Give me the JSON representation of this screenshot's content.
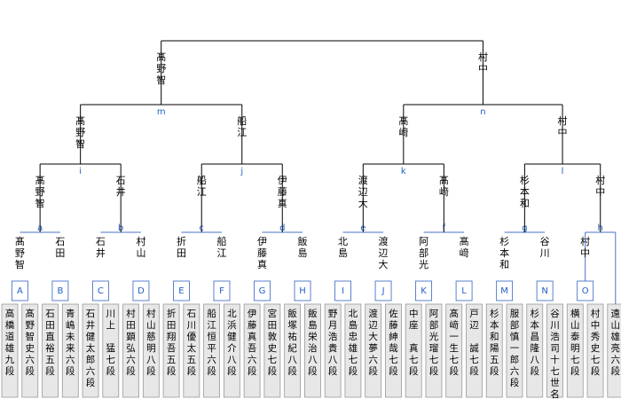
{
  "colors": {
    "line": "#000000",
    "accent_line": "#4a73c9",
    "label": "#1f5fc4",
    "box_fill": "#e7e7e7",
    "box_border": "#9a9a9a"
  },
  "players": [
    {
      "name": "高橋道雄九段",
      "block": "A"
    },
    {
      "name": "髙野智史六段",
      "block": ""
    },
    {
      "name": "石田直裕五段",
      "block": "B"
    },
    {
      "name": "青嶋未来六段",
      "block": ""
    },
    {
      "name": "石井健太郎六段",
      "block": "C"
    },
    {
      "name": "川上　猛七段",
      "block": ""
    },
    {
      "name": "村田顕弘六段",
      "block": "D"
    },
    {
      "name": "村山慈明八段",
      "block": ""
    },
    {
      "name": "折田翔吾五段",
      "block": "E"
    },
    {
      "name": "石川優太五段",
      "block": ""
    },
    {
      "name": "船江恒平六段",
      "block": "F"
    },
    {
      "name": "北浜健介八段",
      "block": ""
    },
    {
      "name": "伊藤真吾六段",
      "block": "G"
    },
    {
      "name": "宮田敦史七段",
      "block": ""
    },
    {
      "name": "飯塚祐紀八段",
      "block": "H"
    },
    {
      "name": "飯島栄治八段",
      "block": ""
    },
    {
      "name": "野月浩貴八段",
      "block": "I"
    },
    {
      "name": "北島忠雄七段",
      "block": ""
    },
    {
      "name": "渡辺大夢六段",
      "block": "J"
    },
    {
      "name": "佐藤紳哉七段",
      "block": ""
    },
    {
      "name": "中座　真七段",
      "block": "K"
    },
    {
      "name": "阿部光瑠七段",
      "block": ""
    },
    {
      "name": "髙﨑一生七段",
      "block": "L"
    },
    {
      "name": "戸辺　誠七段",
      "block": ""
    },
    {
      "name": "杉本和陽五段",
      "block": "M"
    },
    {
      "name": "服部慎一郎六段",
      "block": ""
    },
    {
      "name": "杉本昌隆八段",
      "block": "N"
    },
    {
      "name": "谷川浩司十七世名人",
      "block": ""
    },
    {
      "name": "横山泰明七段",
      "block": "O"
    },
    {
      "name": "村中秀史七段",
      "block": ""
    },
    {
      "name": "遠山雄亮六段",
      "block": ""
    }
  ],
  "round1": [
    {
      "label": "a",
      "winner": "髙野智",
      "loser": "石田"
    },
    {
      "label": "b",
      "winner": "石井",
      "loser": "村山"
    },
    {
      "label": "c",
      "winner": "折田",
      "loser": "船江"
    },
    {
      "label": "d",
      "winner": "伊藤真",
      "loser": "飯島"
    },
    {
      "label": "e",
      "winner": "北島",
      "loser": "渡辺大"
    },
    {
      "label": "f",
      "winner": "阿部光",
      "loser": "髙﨑"
    },
    {
      "label": "g",
      "winner": "杉本和",
      "loser": "谷川"
    },
    {
      "label": "h",
      "winner": "村中",
      "loser": ""
    }
  ],
  "round2": [
    {
      "label": "i",
      "winner": "髙野智",
      "loser": "石井"
    },
    {
      "label": "j",
      "winner": "船江",
      "loser": "伊藤真"
    },
    {
      "label": "k",
      "winner": "渡辺大",
      "loser": "髙﨑"
    },
    {
      "label": "l",
      "winner": "杉本和",
      "loser": "村中"
    }
  ],
  "round3": [
    {
      "label": "m",
      "winner": "髙野智",
      "loser": "船江"
    },
    {
      "label": "n",
      "winner": "髙﨑",
      "loser": "村中"
    }
  ],
  "final": {
    "left": "髙野智",
    "right": "村中"
  }
}
